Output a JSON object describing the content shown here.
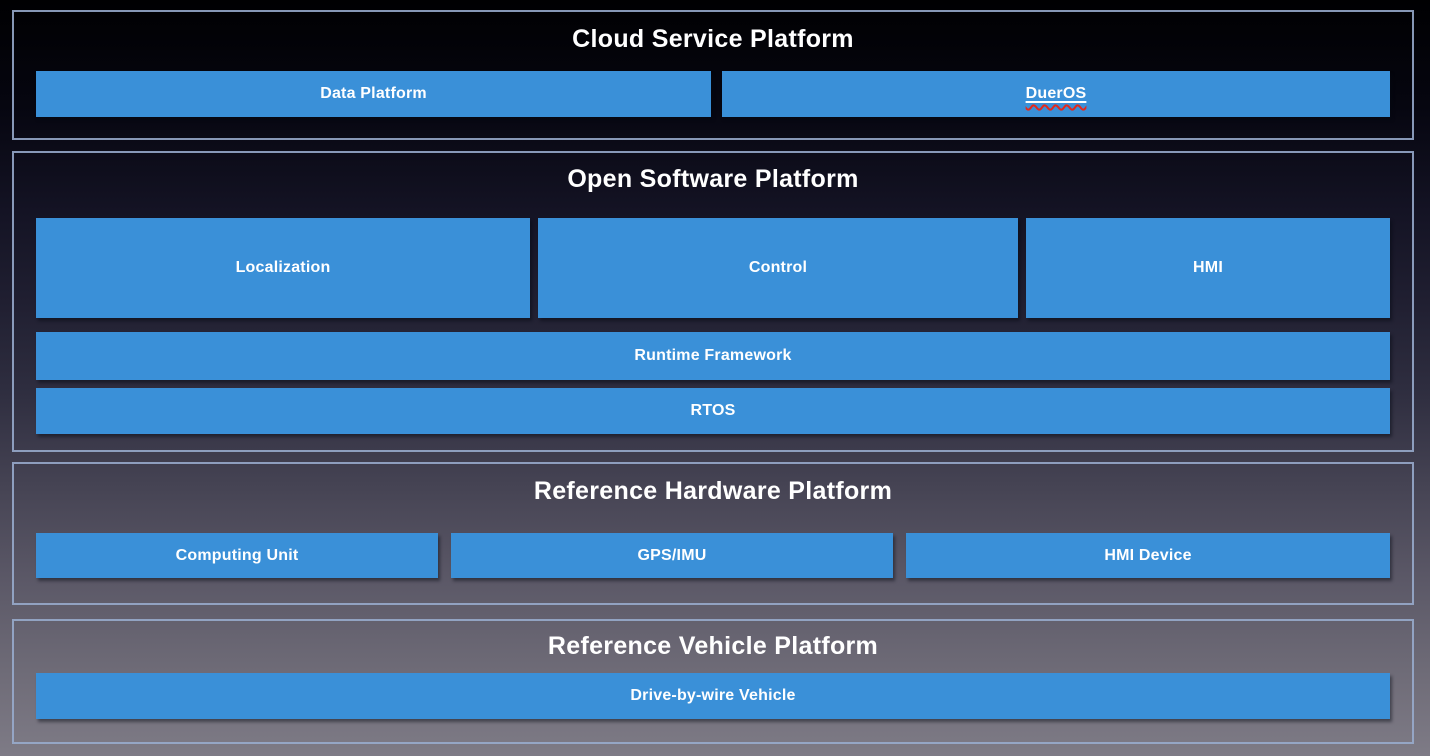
{
  "diagram": {
    "layers": [
      {
        "title": "Cloud Service Platform",
        "boxes": [
          {
            "label": "Data Platform"
          },
          {
            "label": "DuerOS"
          }
        ]
      },
      {
        "title": "Open Software Platform",
        "boxes": [
          {
            "label": "Localization"
          },
          {
            "label": "Control"
          },
          {
            "label": "HMI"
          },
          {
            "label": "Runtime Framework"
          },
          {
            "label": "RTOS"
          }
        ]
      },
      {
        "title": "Reference Hardware Platform",
        "boxes": [
          {
            "label": "Computing Unit"
          },
          {
            "label": "GPS/IMU"
          },
          {
            "label": "HMI Device"
          }
        ]
      },
      {
        "title": "Reference Vehicle Platform",
        "boxes": [
          {
            "label": "Drive-by-wire Vehicle"
          }
        ]
      }
    ]
  },
  "colors": {
    "box_blue": "#3a90d8",
    "layer_border": "#98acce",
    "text": "#ffffff",
    "spellcheck_red": "#e5281c",
    "background_top": "#000002",
    "background_bottom": "#7e7b86"
  }
}
